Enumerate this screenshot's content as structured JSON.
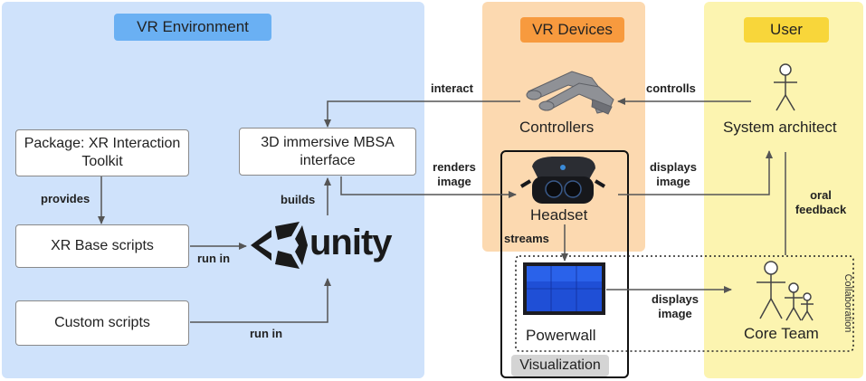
{
  "sections": {
    "vr_environment": "VR Environment",
    "vr_devices": "VR Devices",
    "user": "User",
    "visualization": "Visualization",
    "collaboration": "Collaboration"
  },
  "boxes": {
    "package": "Package: XR Interaction Toolkit",
    "xr_base": "XR Base scripts",
    "custom": "Custom scripts",
    "mbsa": "3D immersive MBSA interface"
  },
  "logo": {
    "unity": "unity"
  },
  "devices": {
    "controllers": "Controllers",
    "headset": "Headset",
    "powerwall": "Powerwall"
  },
  "actors": {
    "architect": "System architect",
    "core_team": "Core Team"
  },
  "edges": {
    "provides": "provides",
    "run_in_1": "run in",
    "run_in_2": "run in",
    "builds": "builds",
    "interact": "interact",
    "controlls": "controlls",
    "renders_1": "renders",
    "renders_2": "image",
    "displays_1a": "displays",
    "displays_1b": "image",
    "streams": "streams",
    "displays_2a": "displays",
    "displays_2b": "image",
    "oral_1": "oral",
    "oral_2": "feedback"
  },
  "colors": {
    "vr_env_bg": "#cfe2fb",
    "vr_env_tag": "#6ab0f3",
    "vr_dev_bg": "#fcd9b0",
    "vr_dev_tag": "#f79a3e",
    "user_bg": "#fcf4b0",
    "user_tag": "#f8d63a",
    "vis_tag": "#d4d4d4"
  }
}
